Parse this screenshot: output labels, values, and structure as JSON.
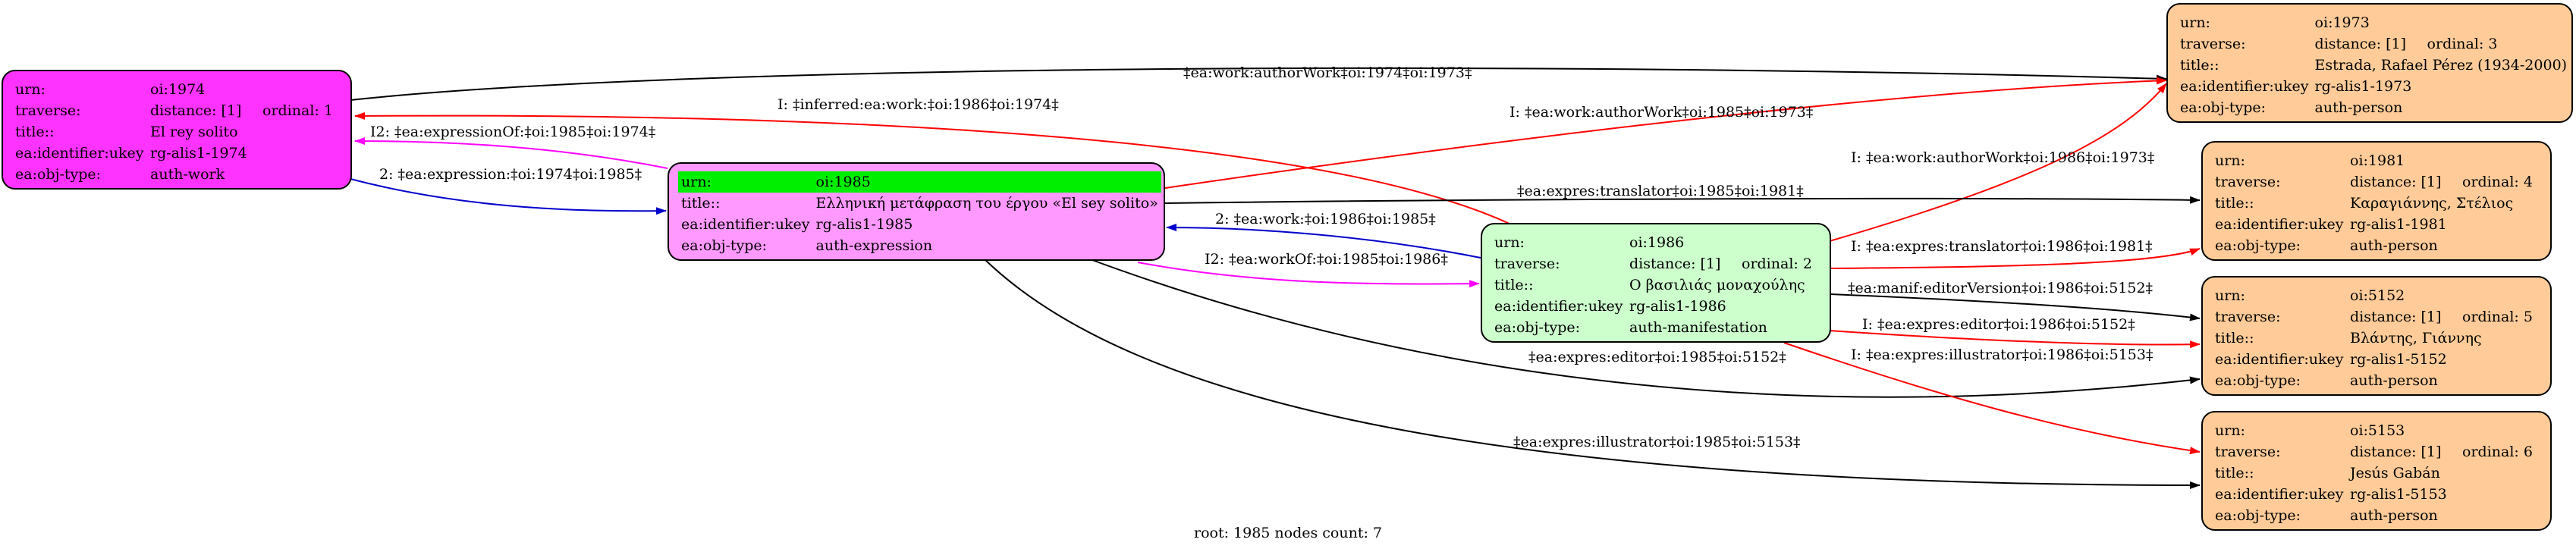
{
  "nodes": {
    "work": {
      "urn_key": "urn:",
      "urn": "oi:1974",
      "traverse_key": "traverse:",
      "distance": "distance: [1]",
      "ordinal": "ordinal: 1",
      "title_key": "title::",
      "title": "El rey solito",
      "ukey_key": "ea:identifier:ukey",
      "ukey": "rg-alis1-1974",
      "type_key": "ea:obj-type:",
      "type": "auth-work"
    },
    "expr": {
      "urn_key": "urn:",
      "urn": "oi:1985",
      "title_key": "title::",
      "title": "Ελληνική μετάφραση του έργου «El sey solito»",
      "ukey_key": "ea:identifier:ukey",
      "ukey": "rg-alis1-1985",
      "type_key": "ea:obj-type:",
      "type": "auth-expression"
    },
    "manif": {
      "urn_key": "urn:",
      "urn": "oi:1986",
      "traverse_key": "traverse:",
      "distance": "distance: [1]",
      "ordinal": "ordinal: 2",
      "title_key": "title::",
      "title": "Ο βασιλιάς μοναχούλης",
      "ukey_key": "ea:identifier:ukey",
      "ukey": "rg-alis1-1986",
      "type_key": "ea:obj-type:",
      "type": "auth-manifestation"
    },
    "p1973": {
      "urn_key": "urn:",
      "urn": "oi:1973",
      "traverse_key": "traverse:",
      "distance": "distance: [1]",
      "ordinal": "ordinal: 3",
      "title_key": "title::",
      "title": "Estrada, Rafael Pérez (1934-2000)",
      "ukey_key": "ea:identifier:ukey",
      "ukey": "rg-alis1-1973",
      "type_key": "ea:obj-type:",
      "type": "auth-person"
    },
    "p1981": {
      "urn_key": "urn:",
      "urn": "oi:1981",
      "traverse_key": "traverse:",
      "distance": "distance: [1]",
      "ordinal": "ordinal: 4",
      "title_key": "title::",
      "title": "Καραγιάννης, Στέλιος",
      "ukey_key": "ea:identifier:ukey",
      "ukey": "rg-alis1-1981",
      "type_key": "ea:obj-type:",
      "type": "auth-person"
    },
    "p5152": {
      "urn_key": "urn:",
      "urn": "oi:5152",
      "traverse_key": "traverse:",
      "distance": "distance: [1]",
      "ordinal": "ordinal: 5",
      "title_key": "title::",
      "title": "Βλάντης, Γιάννης",
      "ukey_key": "ea:identifier:ukey",
      "ukey": "rg-alis1-5152",
      "type_key": "ea:obj-type:",
      "type": "auth-person"
    },
    "p5153": {
      "urn_key": "urn:",
      "urn": "oi:5153",
      "traverse_key": "traverse:",
      "distance": "distance: [1]",
      "ordinal": "ordinal: 6",
      "title_key": "title::",
      "title": "Jesús Gabán",
      "ukey_key": "ea:identifier:ukey",
      "ukey": "rg-alis1-5153",
      "type_key": "ea:obj-type:",
      "type": "auth-person"
    }
  },
  "edges": [
    {
      "label": "‡ea:work:authorWork‡oi:1974‡oi:1973‡",
      "color": "#000000"
    },
    {
      "label": "I: ‡inferred:ea:work:‡oi:1986‡oi:1974‡",
      "color": "#ff0000"
    },
    {
      "label": "I2: ‡ea:expressionOf:‡oi:1985‡oi:1974‡",
      "color": "#ff00ff"
    },
    {
      "label": "2: ‡ea:expression:‡oi:1974‡oi:1985‡",
      "color": "#0000cc"
    },
    {
      "label": "I: ‡ea:work:authorWork‡oi:1985‡oi:1973‡",
      "color": "#ff0000"
    },
    {
      "label": "I: ‡ea:work:authorWork‡oi:1986‡oi:1973‡",
      "color": "#ff0000"
    },
    {
      "label": "‡ea:expres:translator‡oi:1985‡oi:1981‡",
      "color": "#000000"
    },
    {
      "label": "2: ‡ea:work:‡oi:1986‡oi:1985‡",
      "color": "#0000cc"
    },
    {
      "label": "I2: ‡ea:workOf:‡oi:1985‡oi:1986‡",
      "color": "#ff00ff"
    },
    {
      "label": "I: ‡ea:expres:translator‡oi:1986‡oi:1981‡",
      "color": "#ff0000"
    },
    {
      "label": "‡ea:manif:editorVersion‡oi:1986‡oi:5152‡",
      "color": "#000000"
    },
    {
      "label": "I: ‡ea:expres:editor‡oi:1986‡oi:5152‡",
      "color": "#ff0000"
    },
    {
      "label": "‡ea:expres:editor‡oi:1985‡oi:5152‡",
      "color": "#000000"
    },
    {
      "label": "I: ‡ea:expres:illustrator‡oi:1986‡oi:5153‡",
      "color": "#ff0000"
    },
    {
      "label": "‡ea:expres:illustrator‡oi:1985‡oi:5153‡",
      "color": "#000000"
    }
  ],
  "footer": "root: 1985 nodes count: 7"
}
